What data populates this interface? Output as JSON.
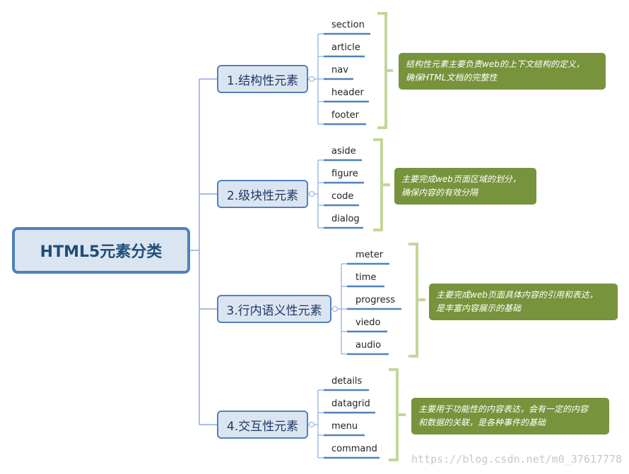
{
  "root": {
    "label": "HTML5元素分类"
  },
  "categories": [
    {
      "label": "1.结构性元素",
      "items": [
        "section",
        "article",
        "nav",
        "header",
        "footer"
      ],
      "note": [
        "结构性元素主要负责web的上下文结构的定义，",
        "确保HTML文档的完整性"
      ]
    },
    {
      "label": "2.级块性元素",
      "items": [
        "aside",
        "figure",
        "code",
        "dialog"
      ],
      "note": [
        "主要完成web页面区域的划分，",
        "确保内容的有效分隔"
      ]
    },
    {
      "label": "3.行内语义性元素",
      "items": [
        "meter",
        "time",
        "progress",
        "viedo",
        "audio"
      ],
      "note": [
        "主要完成web页面具体内容的引用和表达，",
        "是丰富内容展示的基础"
      ]
    },
    {
      "label": "4.交互性元素",
      "items": [
        "details",
        "datagrid",
        "menu",
        "command"
      ],
      "note": [
        "主要用于功能性的内容表达，会有一定的内容",
        "和数据的关联，是各种事件的基础"
      ]
    }
  ],
  "watermark": "https://blog.csdn.net/m0_37617778",
  "colors": {
    "node_border": "#4f81bd",
    "node_fill": "#dbe5f1",
    "bracket": "#c3d69b",
    "note_fill": "#77933c",
    "connector": "#8eaadb"
  }
}
